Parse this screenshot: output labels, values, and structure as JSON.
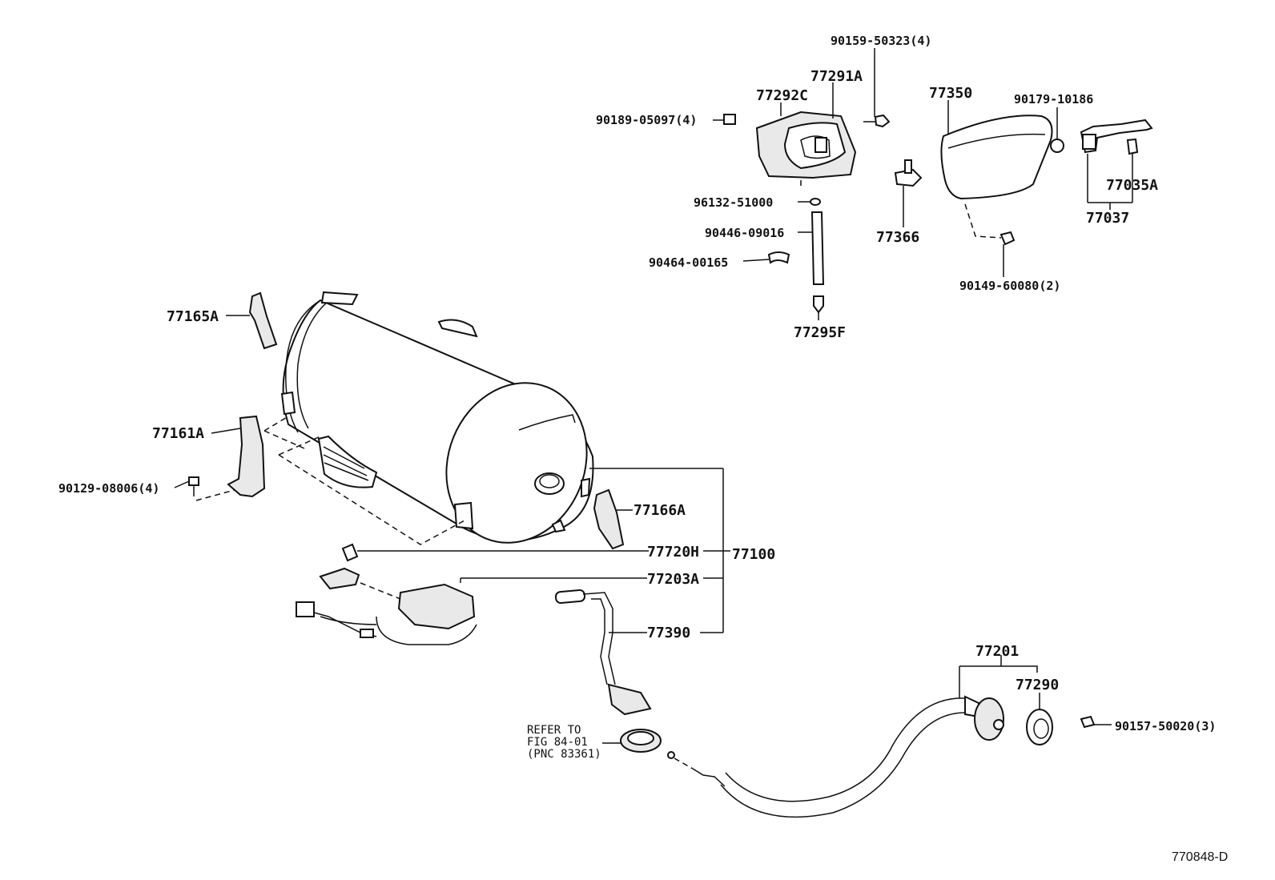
{
  "labels": {
    "p90159_50323": "90159-50323(4)",
    "p77291A": "77291A",
    "p77292C": "77292C",
    "p90189_05097": "90189-05097(4)",
    "p77350": "77350",
    "p90179_10186": "90179-10186",
    "p77035A": "77035A",
    "p77037": "77037",
    "p96132_51000": "96132-51000",
    "p90446_09016": "90446-09016",
    "p90464_00165": "90464-00165",
    "p77366": "77366",
    "p90149_60080": "90149-60080(2)",
    "p77295F": "77295F",
    "p77165A": "77165A",
    "p77161A": "77161A",
    "p90129_08006": "90129-08006(4)",
    "p77166A": "77166A",
    "p77720H": "77720H",
    "p77100": "77100",
    "p77203A": "77203A",
    "p77390": "77390",
    "p77201": "77201",
    "p77290": "77290",
    "p90157_50020": "90157-50020(3)"
  },
  "reference_note": {
    "line1": "REFER TO",
    "line2": "FIG 84-01",
    "line3": "(PNC 83361)"
  },
  "figure_id": "770848-D"
}
